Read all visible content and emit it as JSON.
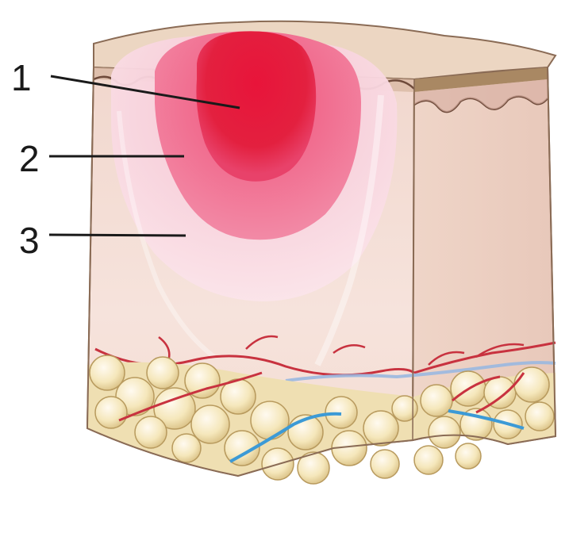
{
  "labels": {
    "zone_1": "1",
    "zone_2": "2",
    "zone_3": "3"
  },
  "colors": {
    "inner_zone": "#e0183c",
    "middle_zone": "#ef5a80",
    "outer_zone": "#f3b6c8",
    "skin_surface": "#e9d2bf",
    "skin_body": "#f2ddd2",
    "epidermis_band": "#a4835f",
    "fat_globule": "#f3e6b8",
    "vein": "#3c9ad6",
    "artery": "#c8283c"
  }
}
